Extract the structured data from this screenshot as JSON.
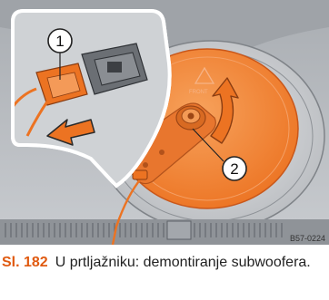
{
  "figure": {
    "callout_1": "1",
    "callout_2": "2",
    "plate_text": "FRONT",
    "ref_code": "B57-0224",
    "accent_color": "#f07c2a",
    "icons": [
      "connector-icon",
      "arrow-left-icon",
      "rotate-arrow-icon",
      "wing-nut-icon"
    ]
  },
  "caption": {
    "number": "Sl. 182",
    "text": "U prtljažniku: demontiranje subwoofera."
  }
}
